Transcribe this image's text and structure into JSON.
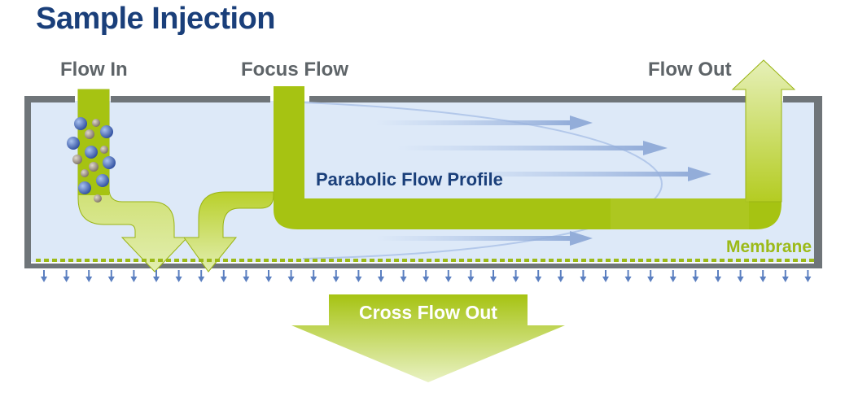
{
  "title": "Sample Injection",
  "labels": {
    "flow_in": "Flow In",
    "focus_flow": "Focus Flow",
    "flow_out": "Flow Out",
    "parabolic": "Parabolic Flow Profile",
    "membrane": "Membrane",
    "cross_flow_out": "Cross Flow Out"
  },
  "colors": {
    "title": "#1a3f7a",
    "label_gray": "#5e6468",
    "channel_fill": "#dde9f8",
    "channel_wall": "#6f7579",
    "flow_green": "#a6c312",
    "membrane_green": "#9cba18",
    "arrow_blue": "#5b7fc0",
    "particle_blue": "#3b5fb0",
    "particle_gray": "#8d8378"
  }
}
